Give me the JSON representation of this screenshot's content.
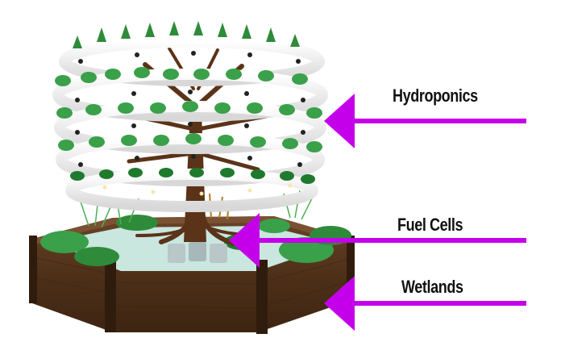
{
  "labels": {
    "hydroponics": "Hydroponics",
    "fuel_cells": "Fuel Cells",
    "wetlands": "Wetlands"
  },
  "colors": {
    "arrow": "#c400ea",
    "wood": "#5a3a22",
    "ring": "#eeeeee",
    "leaf": "#2e8b3a",
    "water": "#c9e6df"
  }
}
